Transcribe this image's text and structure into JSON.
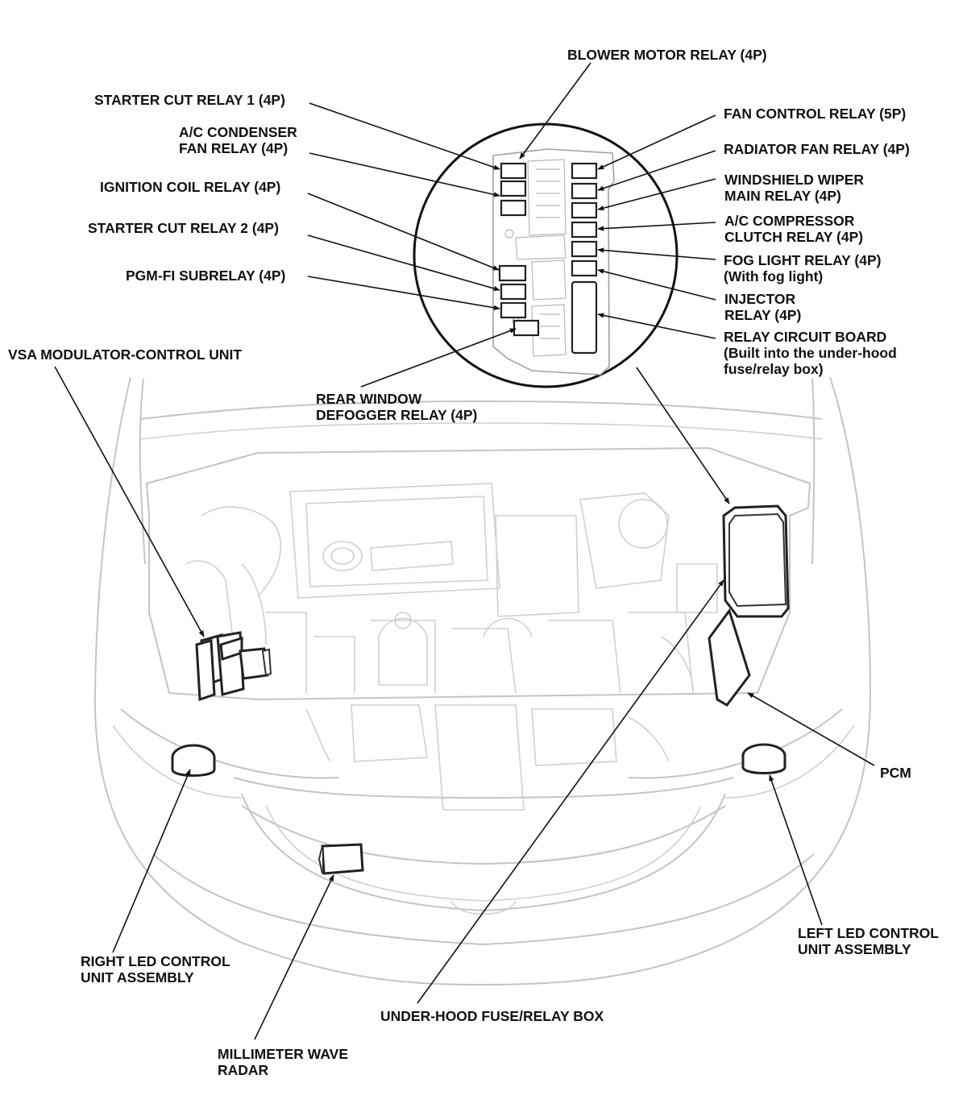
{
  "labels": {
    "blower_motor_relay": "BLOWER MOTOR RELAY (4P)",
    "starter_cut_relay_1": "STARTER CUT RELAY 1 (4P)",
    "ac_condenser_fan_relay": [
      "A/C CONDENSER",
      "FAN RELAY (4P)"
    ],
    "ignition_coil_relay": "IGNITION COIL RELAY (4P)",
    "starter_cut_relay_2": "STARTER CUT RELAY 2 (4P)",
    "pgm_fi_subrelay": "PGM-FI SUBRELAY (4P)",
    "fan_control_relay": "FAN CONTROL RELAY (5P)",
    "radiator_fan_relay": "RADIATOR FAN RELAY (4P)",
    "windshield_wiper_main_relay": [
      "WINDSHIELD WIPER",
      "MAIN RELAY (4P)"
    ],
    "ac_compressor_clutch_relay": [
      "A/C COMPRESSOR",
      "CLUTCH RELAY (4P)"
    ],
    "fog_light_relay": [
      "FOG LIGHT RELAY (4P)",
      "(With fog light)"
    ],
    "injector_relay": [
      "INJECTOR",
      "RELAY (4P)"
    ],
    "relay_circuit_board": [
      "RELAY CIRCUIT BOARD",
      "(Built into the under-hood",
      "fuse/relay box)"
    ],
    "vsa_modulator_control_unit": "VSA MODULATOR-CONTROL UNIT",
    "rear_window_defogger_relay": [
      "REAR WINDOW",
      "DEFOGGER RELAY (4P)"
    ],
    "pcm": "PCM",
    "right_led_control_unit": [
      "RIGHT LED CONTROL",
      "UNIT ASSEMBLY"
    ],
    "left_led_control_unit": [
      "LEFT LED CONTROL",
      "UNIT ASSEMBLY"
    ],
    "under_hood_fuse_relay_box": "UNDER-HOOD FUSE/RELAY BOX",
    "millimeter_wave_radar": [
      "MILLIMETER WAVE",
      "RADAR"
    ]
  }
}
